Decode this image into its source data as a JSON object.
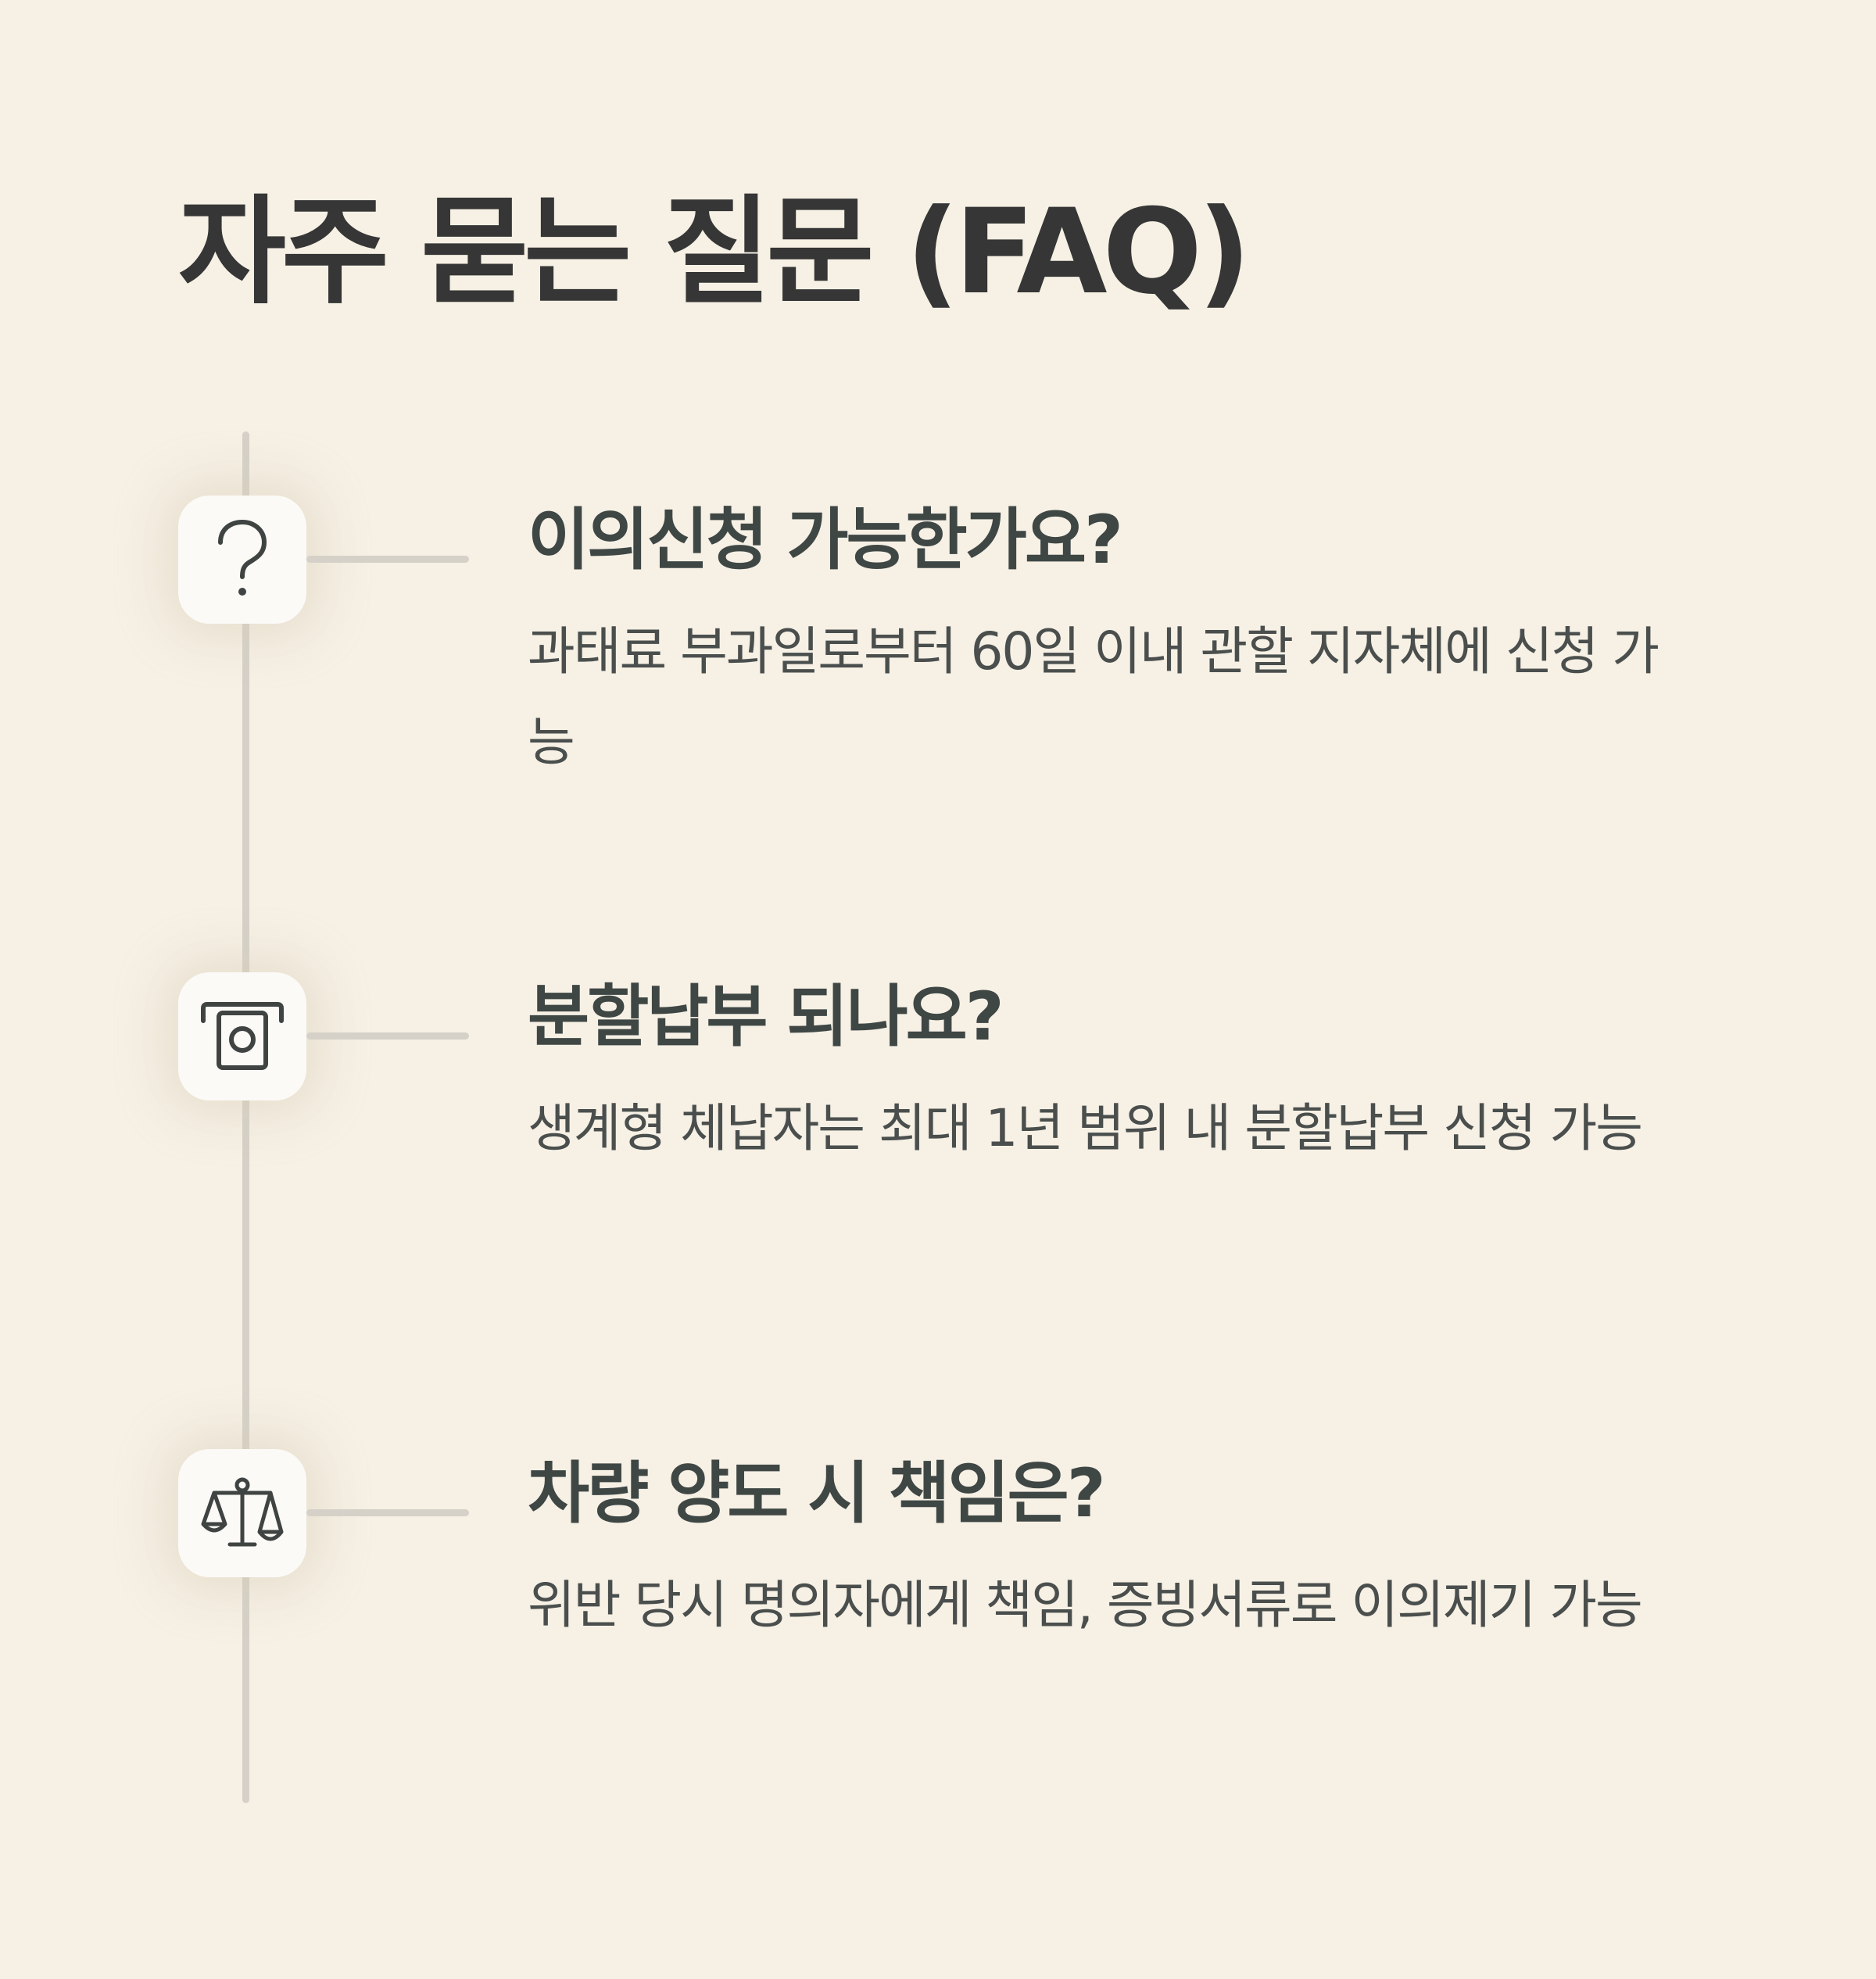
{
  "page": {
    "title": "자주 묻는 질문 (FAQ)"
  },
  "colors": {
    "background": "#f6f0e5",
    "title": "#353635",
    "question": "#3f4745",
    "answer": "#4a4f4d",
    "timeline": "#d5d1c8",
    "icon_bg": "#fbfaf7",
    "icon_stroke": "#3f4442"
  },
  "faq": {
    "items": [
      {
        "icon": "question-mark-icon",
        "question": "이의신청 가능한가요?",
        "answer": "과태료 부과일로부터 60일 이내 관할 지자체에 신청 가능"
      },
      {
        "icon": "payment-receipt-icon",
        "question": "분할납부 되나요?",
        "answer": "생계형 체납자는 최대 1년 범위 내 분할납부 신청 가능"
      },
      {
        "icon": "balance-scale-icon",
        "question": "차량 양도 시 책임은?",
        "answer": "위반 당시 명의자에게 책임, 증빙서류로 이의제기 가능"
      }
    ]
  }
}
